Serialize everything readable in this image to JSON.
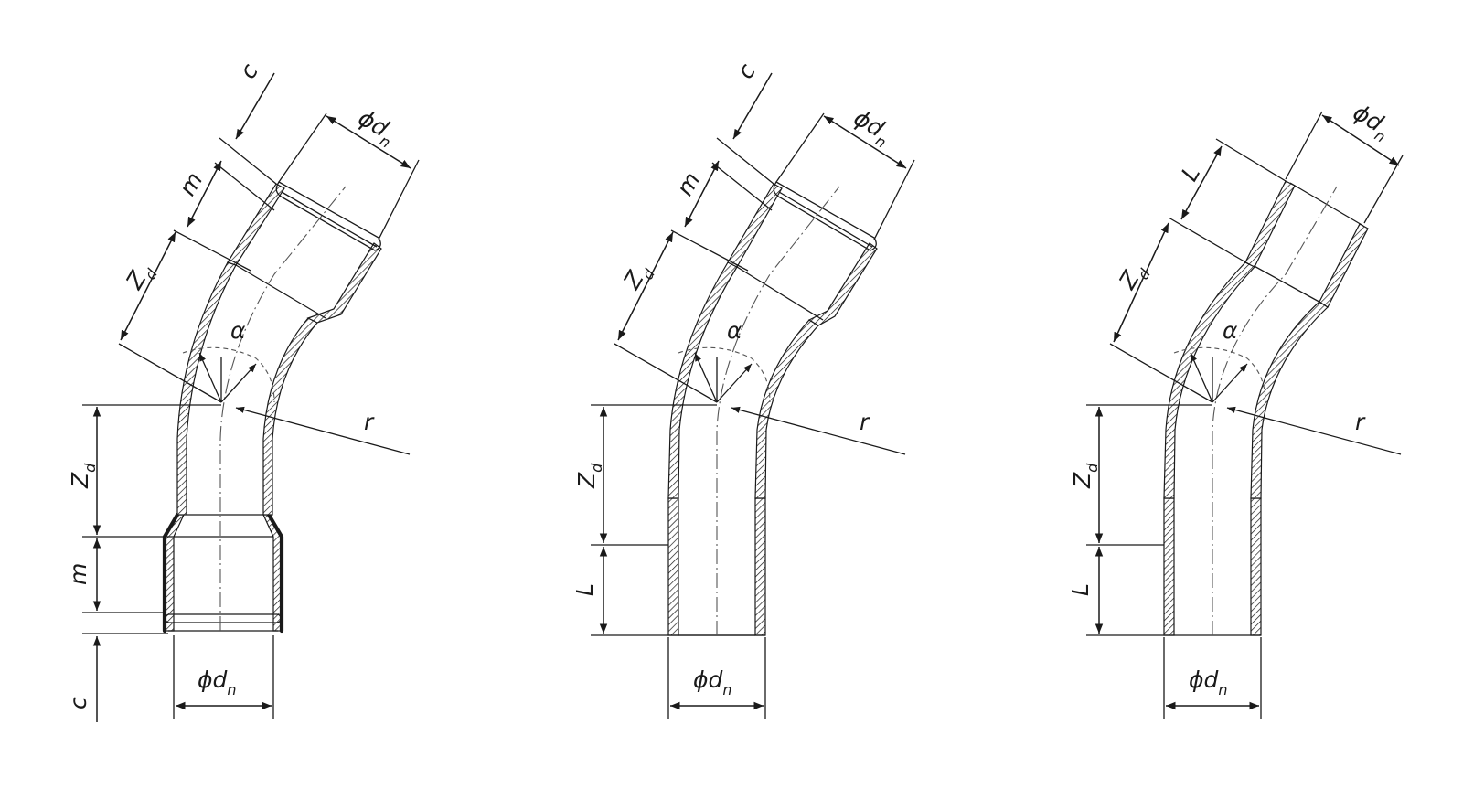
{
  "figures": [
    {
      "id": "double-socket-bend",
      "labels": {
        "c_top": "c",
        "dn_top": "ϕd",
        "dn_top_sub": "n",
        "m_top": "m",
        "zd_top": "Z",
        "zd_top_sub": "d",
        "alpha": "α",
        "r": "r",
        "zd_bottom": "Z",
        "zd_bottom_sub": "d",
        "m_bottom": "m",
        "c_bottom": "c",
        "dn_bottom": "ϕd",
        "dn_bottom_sub": "n"
      }
    },
    {
      "id": "socket-spigot-bend",
      "labels": {
        "c_top": "c",
        "dn_top": "ϕd",
        "dn_top_sub": "n",
        "m_top": "m",
        "zd_top": "Z",
        "zd_top_sub": "d",
        "alpha": "α",
        "r": "r",
        "zd_bottom": "Z",
        "zd_bottom_sub": "d",
        "l_bottom": "L",
        "dn_bottom": "ϕd",
        "dn_bottom_sub": "n"
      }
    },
    {
      "id": "spigot-spigot-bend",
      "labels": {
        "dn_top": "ϕd",
        "dn_top_sub": "n",
        "l_top": "L",
        "zd_top": "Z",
        "zd_top_sub": "d",
        "alpha": "α",
        "r": "r",
        "zd_bottom": "Z",
        "zd_bottom_sub": "d",
        "l_bottom": "L",
        "dn_bottom": "ϕd",
        "dn_bottom_sub": "n"
      }
    }
  ]
}
